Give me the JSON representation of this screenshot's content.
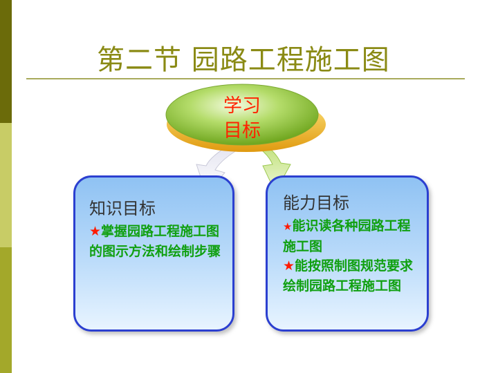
{
  "slide": {
    "title": "第二节  园路工程施工图"
  },
  "hub": {
    "line1": "学习",
    "line2": "目标"
  },
  "panels": {
    "left": {
      "title": "知识目标",
      "items": [
        {
          "star": "★",
          "text": "掌握园路工程施工图的图示方法和绘制步骤"
        }
      ]
    },
    "right": {
      "title": "能力目标",
      "items": [
        {
          "star": "★",
          "text": "能识读各种园路工程施工图"
        },
        {
          "star": "★",
          "text": "能按照制图规范要求绘制园路工程施工图"
        }
      ]
    }
  },
  "colors": {
    "sidebar_dark": "#6b6b0a",
    "sidebar_light": "#c8cc66",
    "sidebar_mid": "#a3a82a",
    "title": "#8a8a14",
    "hub_text": "#ff2200",
    "panel_border": "#2b3fd0",
    "body_text": "#10a010",
    "star": "#ff1a00"
  }
}
